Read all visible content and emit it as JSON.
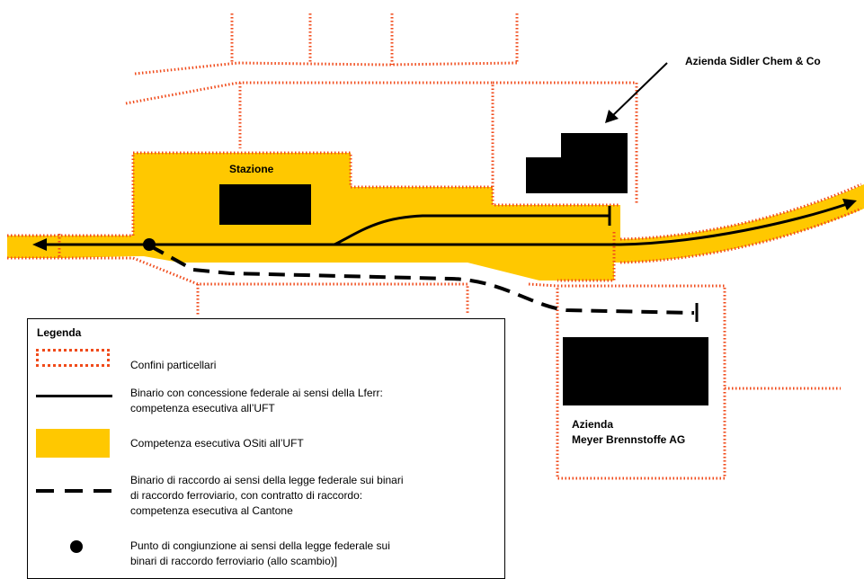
{
  "labels": {
    "station": "Stazione",
    "company_sidler": "Azienda Sidler Chem & Co",
    "company_meyer_line1": "Azienda",
    "company_meyer_line2": "Meyer Brennstoffe AG"
  },
  "legend": {
    "title": "Legenda",
    "items": [
      {
        "symbol": "dotted-border",
        "text_lines": [
          "Confini particellari"
        ]
      },
      {
        "symbol": "solid-line",
        "text_lines": [
          "Binario con concessione federale ai sensi della Lferr:",
          "competenza esecutiva all’UFT"
        ]
      },
      {
        "symbol": "yellow-area",
        "text_lines": [
          "Competenza esecutiva OSiti all’UFT"
        ]
      },
      {
        "symbol": "dashed-line",
        "text_lines": [
          "Binario di raccordo ai sensi della legge federale sui binari",
          "di raccordo ferroviario, con contratto di raccordo:",
          "competenza  esecutiva al Cantone"
        ]
      },
      {
        "symbol": "junction-dot",
        "text_lines": [
          "Punto di congiunzione ai sensi della legge federale sui",
          "binari di raccordo ferroviario (allo scambio)]"
        ]
      }
    ]
  },
  "colors": {
    "yellow": "#FFC800",
    "border_red": "#F04A1A",
    "line": "#000000"
  }
}
